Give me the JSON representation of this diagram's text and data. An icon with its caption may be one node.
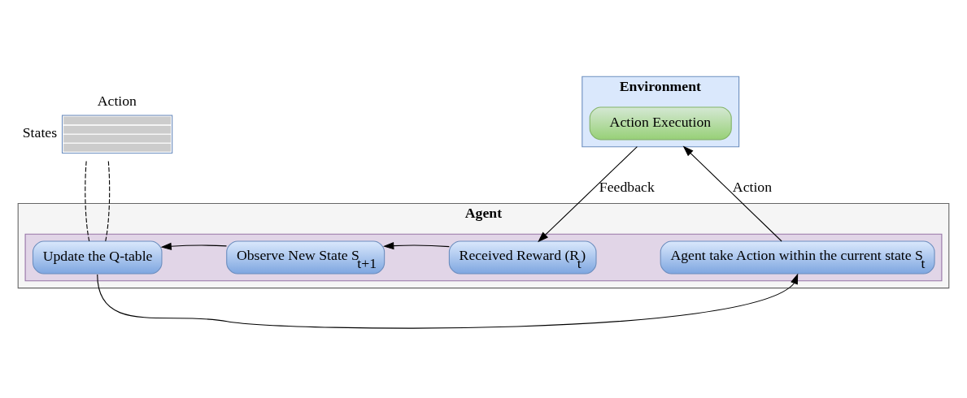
{
  "diagram": {
    "nodes": [
      {
        "text": [],
        "shape": "picture",
        "beside": [
          "Action",
          "States"
        ]
      },
      {
        "text": [
          "Environment"
        ]
      },
      {
        "text": [
          "Action Execution"
        ],
        "in": 1
      },
      {
        "text": [
          "Agent"
        ]
      },
      {
        "text": [],
        "shape": "box",
        "in": 3
      },
      {
        "text": [
          "Update the Q-table"
        ],
        "in": 4
      },
      {
        "text": [
          "Observe New State S$_{t+1}$"
        ],
        "in": 4
      },
      {
        "text": [
          "Received Reward (R$_{t}$)"
        ],
        "in": 4
      },
      {
        "text": [
          "Agent take Action within the current state S$_{t}$"
        ],
        "in": 4
      }
    ],
    "edges": [
      {
        "from": 5,
        "to": 0,
        "arrow": "none",
        "style": "dashed"
      },
      {
        "from": 5,
        "to": 0,
        "arrow": "none",
        "style": "dashed"
      },
      {
        "from": 1,
        "to": 7,
        "arrow": "to",
        "label": "Feedback"
      },
      {
        "from": 8,
        "to": 1,
        "arrow": "to",
        "label": "Action"
      },
      {
        "from": 7,
        "to": 6,
        "arrow": "to"
      },
      {
        "from": 6,
        "to": 5,
        "arrow": "to"
      },
      {
        "from": 5,
        "to": 8,
        "arrow": "to"
      }
    ]
  }
}
